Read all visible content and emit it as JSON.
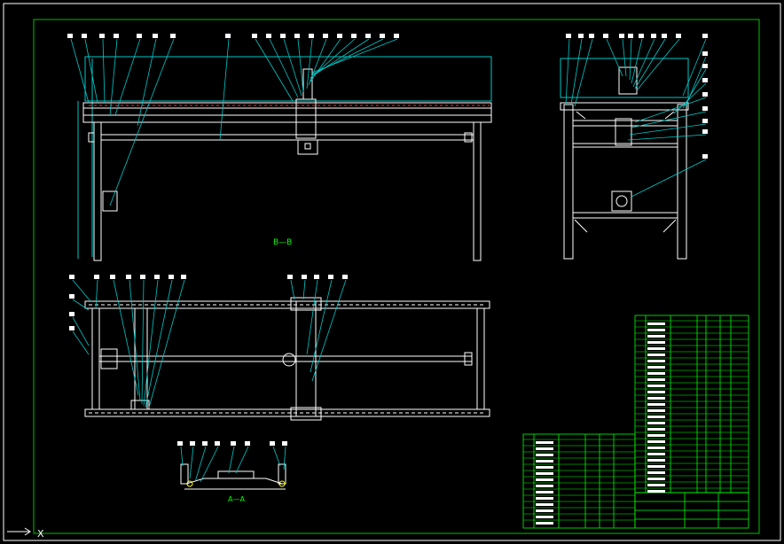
{
  "drawing": {
    "section_bb_label": "B—B",
    "section_aa_label": "A—A",
    "cursor_axis_label": "X"
  },
  "colors": {
    "background": "#000000",
    "border": "#ffffff",
    "inner_border": "#00c000",
    "outline": "#ffffff",
    "leader": "#00c8c8",
    "section_text": "#00ff00",
    "title_block_line": "#00ff00",
    "balloon": "#ffffff",
    "hidden": "#ff3030"
  }
}
